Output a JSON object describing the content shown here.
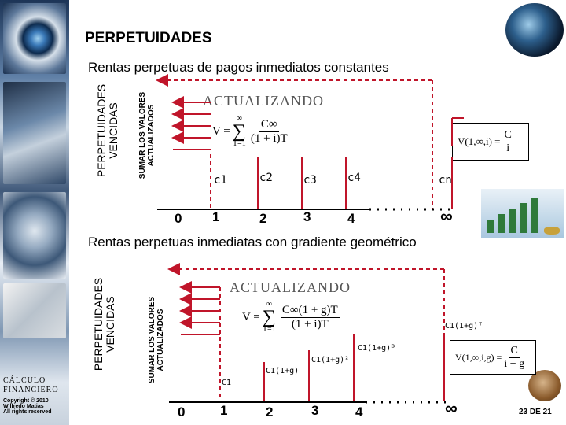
{
  "slide": {
    "title": "PERPETUIDADES",
    "page_number": "23 DE 21"
  },
  "sidebar": {
    "course_name": "CÁLCULO\nFINANCIERO",
    "copyright": "Copyright © 2010",
    "author": "Wilfredo Matias",
    "rights": "All rights reserved"
  },
  "section1": {
    "heading": "Rentas perpetuas de pagos inmediatos constantes",
    "side_label": "PERPETUIDADES\nVENCIDAS",
    "sum_label": "SUMAR LOS VALORES\nACTUALIZADOS",
    "banner": "ACTUALIZANDO",
    "formula_v": "V =",
    "formula_num": "C∞",
    "formula_den": "(1 + i)T",
    "formula_sum_top": "∞",
    "formula_sum_bottom": "T=1",
    "box_lhs": "V(1,∞,i) =",
    "box_num": "C",
    "box_den": "i",
    "cashflows": [
      "c1",
      "c2",
      "c3",
      "c4",
      "cn"
    ],
    "timeline": [
      "0",
      "1",
      "2",
      "3",
      "4",
      "∞"
    ]
  },
  "section2": {
    "heading": "Rentas perpetuas inmediatas con gradiente geométrico",
    "side_label": "PERPETUIDADES\nVENCIDAS",
    "sum_label": "SUMAR LOS VALORES\nACTUALIZADOS",
    "banner": "ACTUALIZANDO",
    "formula_v": "V =",
    "formula_num": "C∞(1 + g)T",
    "formula_den": "(1 + i)T",
    "formula_sum_top": "∞",
    "formula_sum_bottom": "T=1",
    "box_lhs": "V(1,∞,i,g) =",
    "box_num": "C",
    "box_den": "i − g",
    "cashflows": [
      "C1",
      "C1(1+g)",
      "C1(1+g)²",
      "C1(1+g)³",
      "C1(1+g)ᵀ"
    ],
    "timeline": [
      "0",
      "1",
      "2",
      "3",
      "4",
      "∞"
    ]
  },
  "colors": {
    "arrow": "#c0152a",
    "text": "#000000",
    "banner": "#555555"
  }
}
